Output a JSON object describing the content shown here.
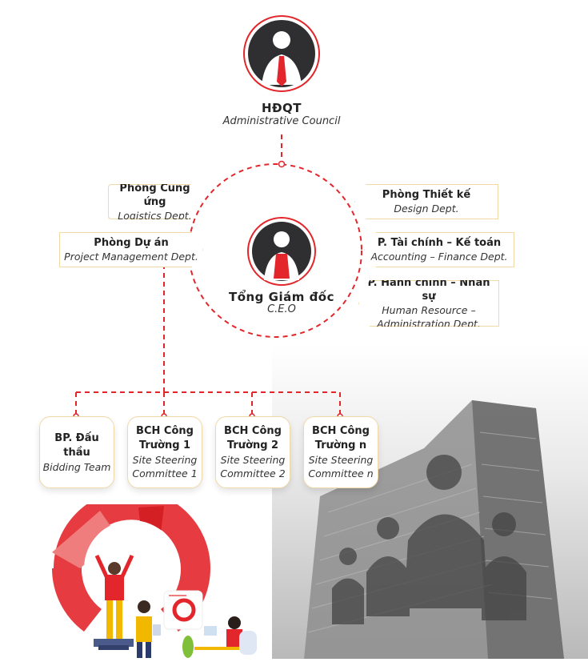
{
  "top": {
    "title": "HĐQT",
    "subtitle": "Administrative Council"
  },
  "ceo": {
    "title": "Tổng Giám đốc",
    "subtitle": "C.E.O"
  },
  "departments_left": [
    {
      "title": "Phòng Cung ứng",
      "subtitle": "Logistics Dept."
    },
    {
      "title": "Phòng Dự án",
      "subtitle": "Project Management Dept."
    }
  ],
  "departments_right": [
    {
      "title": "Phòng Thiết kế",
      "subtitle": "Design Dept."
    },
    {
      "title": "P. Tài chính – Kế toán",
      "subtitle": "Accounting – Finance Dept."
    },
    {
      "title": "P. Hành chính – Nhân sự",
      "subtitle": "Human Resource –",
      "subtitle2": "Administration Dept."
    }
  ],
  "teams": [
    {
      "title": "BP. Đấu thầu",
      "subtitle": "Bidding Team"
    },
    {
      "title": "BCH Công",
      "title2": "Trường 1",
      "subtitle": "Site Steering",
      "subtitle2": "Committee 1"
    },
    {
      "title": "BCH Công",
      "title2": "Trường 2",
      "subtitle": "Site Steering",
      "subtitle2": "Committee 2"
    },
    {
      "title": "BCH Công",
      "title2": "Trường n",
      "subtitle": "Site Steering",
      "subtitle2": "Committee n"
    }
  ],
  "colors": {
    "accent": "#e3262b",
    "border": "#f1d9a6",
    "avatar": "#2f2f31"
  },
  "icons": [
    "businessman-avatar-icon",
    "businessman-avatar-icon",
    "team-illustration",
    "skyscraper-photo"
  ]
}
